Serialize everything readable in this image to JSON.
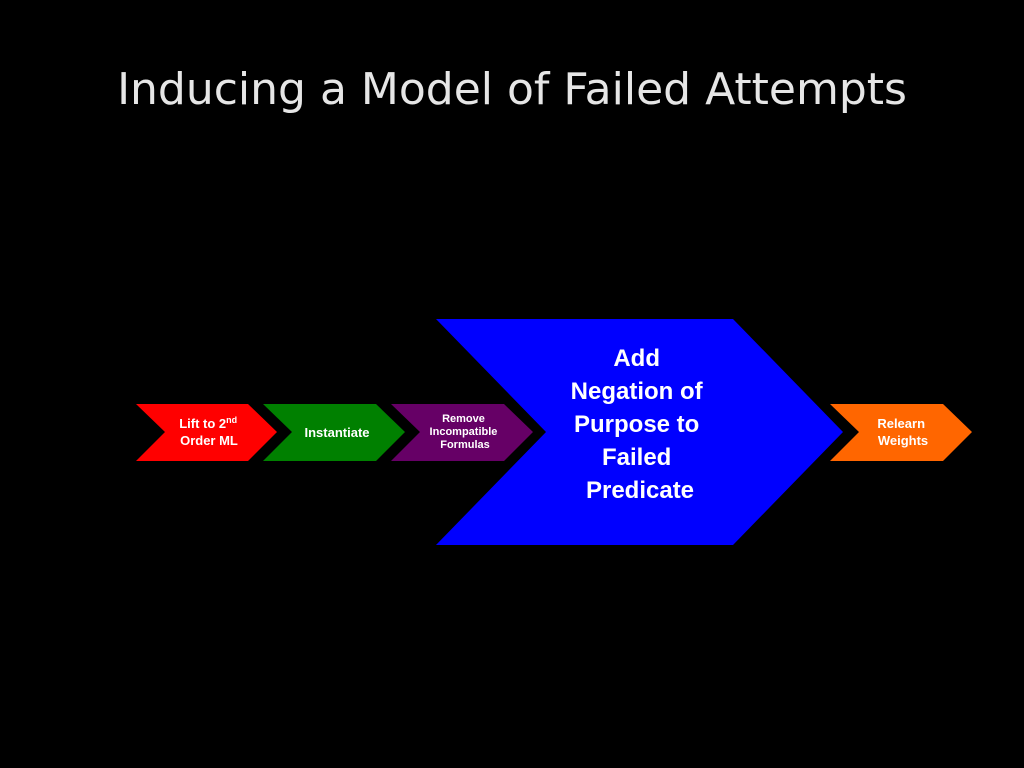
{
  "slide": {
    "title": "Inducing a Model of Failed Attempts"
  },
  "process": {
    "steps": [
      {
        "id": "lift",
        "lines": [
          "Lift to 2",
          "Order ML"
        ],
        "superscript": "nd",
        "color": "#ff0000"
      },
      {
        "id": "instantiate",
        "lines": [
          "Instantiate"
        ],
        "color": "#008000"
      },
      {
        "id": "remove",
        "lines": [
          "Remove",
          "Incompatible",
          "Formulas"
        ],
        "color": "#660066"
      },
      {
        "id": "negation",
        "lines": [
          "Add",
          "Negation of",
          "Purpose to",
          "Failed",
          "Predicate"
        ],
        "color": "#0000ff"
      },
      {
        "id": "relearn",
        "lines": [
          "Relearn",
          "Weights"
        ],
        "color": "#ff6600"
      }
    ]
  }
}
